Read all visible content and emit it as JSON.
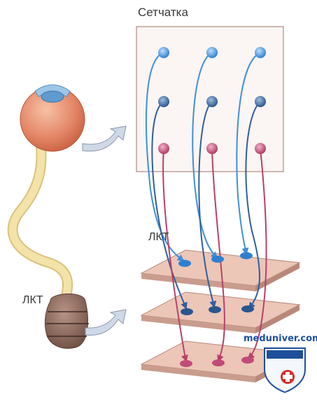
{
  "labels": {
    "retina": "Сетчатка",
    "lgn_top": "ЛКТ",
    "lgn_left": "ЛКТ"
  },
  "watermark": {
    "text": "meduniver.com"
  },
  "colors": {
    "blue_light": "#3f8fd8",
    "blue_dark": "#2f5f9e",
    "magenta": "#b8406a",
    "plate": "#e8c2b4",
    "plate_edge": "#b58a7d",
    "eye": "#e5896a",
    "nerve": "#f1dd9a",
    "nucleus": "#8c6a5e"
  },
  "icons": [
    "arrow-icon",
    "medical-shield-icon"
  ]
}
